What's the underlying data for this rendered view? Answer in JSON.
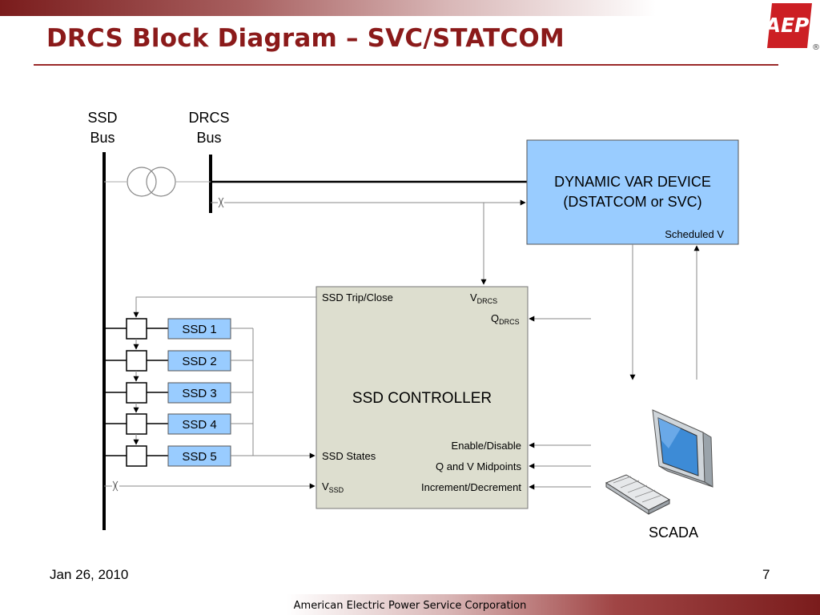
{
  "slide": {
    "title": "DRCS Block Diagram – SVC/STATCOM",
    "logo_text": "AEP",
    "logo_mark": "®",
    "date": "Jan 26, 2010",
    "page_number": "7",
    "company": "American Electric Power Service Corporation"
  },
  "diagram": {
    "ssd_bus_label": [
      "SSD",
      "Bus"
    ],
    "drcs_bus_label": [
      "DRCS",
      "Bus"
    ],
    "dynamic_var_device": {
      "line1": "DYNAMIC VAR DEVICE",
      "line2": "(DSTATCOM or SVC)",
      "scheduled_v": "Scheduled V"
    },
    "controller": {
      "title": "SSD CONTROLLER",
      "trip_close": "SSD Trip/Close",
      "v_drcs": "V",
      "v_drcs_sub": "DRCS",
      "q_drcs": "Q",
      "q_drcs_sub": "DRCS",
      "ssd_states": "SSD States",
      "v_ssd": "V",
      "v_ssd_sub": "SSD",
      "enable_disable": "Enable/Disable",
      "q_v_midpoints": "Q and V Midpoints",
      "increment_decrement": "Increment/Decrement"
    },
    "ssd_units": [
      "SSD 1",
      "SSD 2",
      "SSD 3",
      "SSD 4",
      "SSD 5"
    ],
    "scada_label": "SCADA"
  },
  "colors": {
    "brand": "#8b1a1a",
    "device_fill": "#99ccff",
    "ssd_fill": "#99ccff",
    "controller_fill": "#dddecf",
    "logo_red": "#cc1f24"
  }
}
